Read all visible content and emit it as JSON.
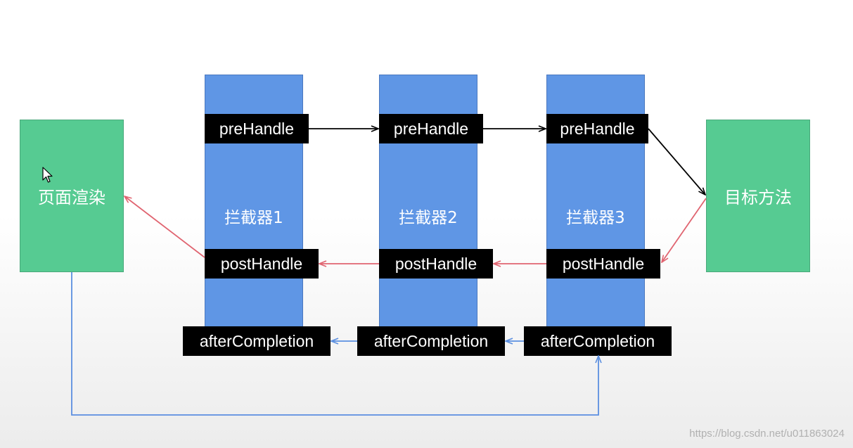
{
  "nodes": {
    "page_render": "页面渲染",
    "target_method": "目标方法"
  },
  "interceptors": [
    {
      "label": "拦截器1",
      "pre": "preHandle",
      "post": "postHandle",
      "after": "afterCompletion"
    },
    {
      "label": "拦截器2",
      "pre": "preHandle",
      "post": "postHandle",
      "after": "afterCompletion"
    },
    {
      "label": "拦截器3",
      "pre": "preHandle",
      "post": "postHandle",
      "after": "afterCompletion"
    }
  ],
  "watermark": "https://blog.csdn.net/u011863024",
  "colors": {
    "node_green": "#56cb92",
    "interceptor_blue": "#5f96e5",
    "tag_black": "#000000",
    "arrow_black": "#000000",
    "arrow_red": "#e06470",
    "arrow_blue": "#5b8fe0"
  }
}
